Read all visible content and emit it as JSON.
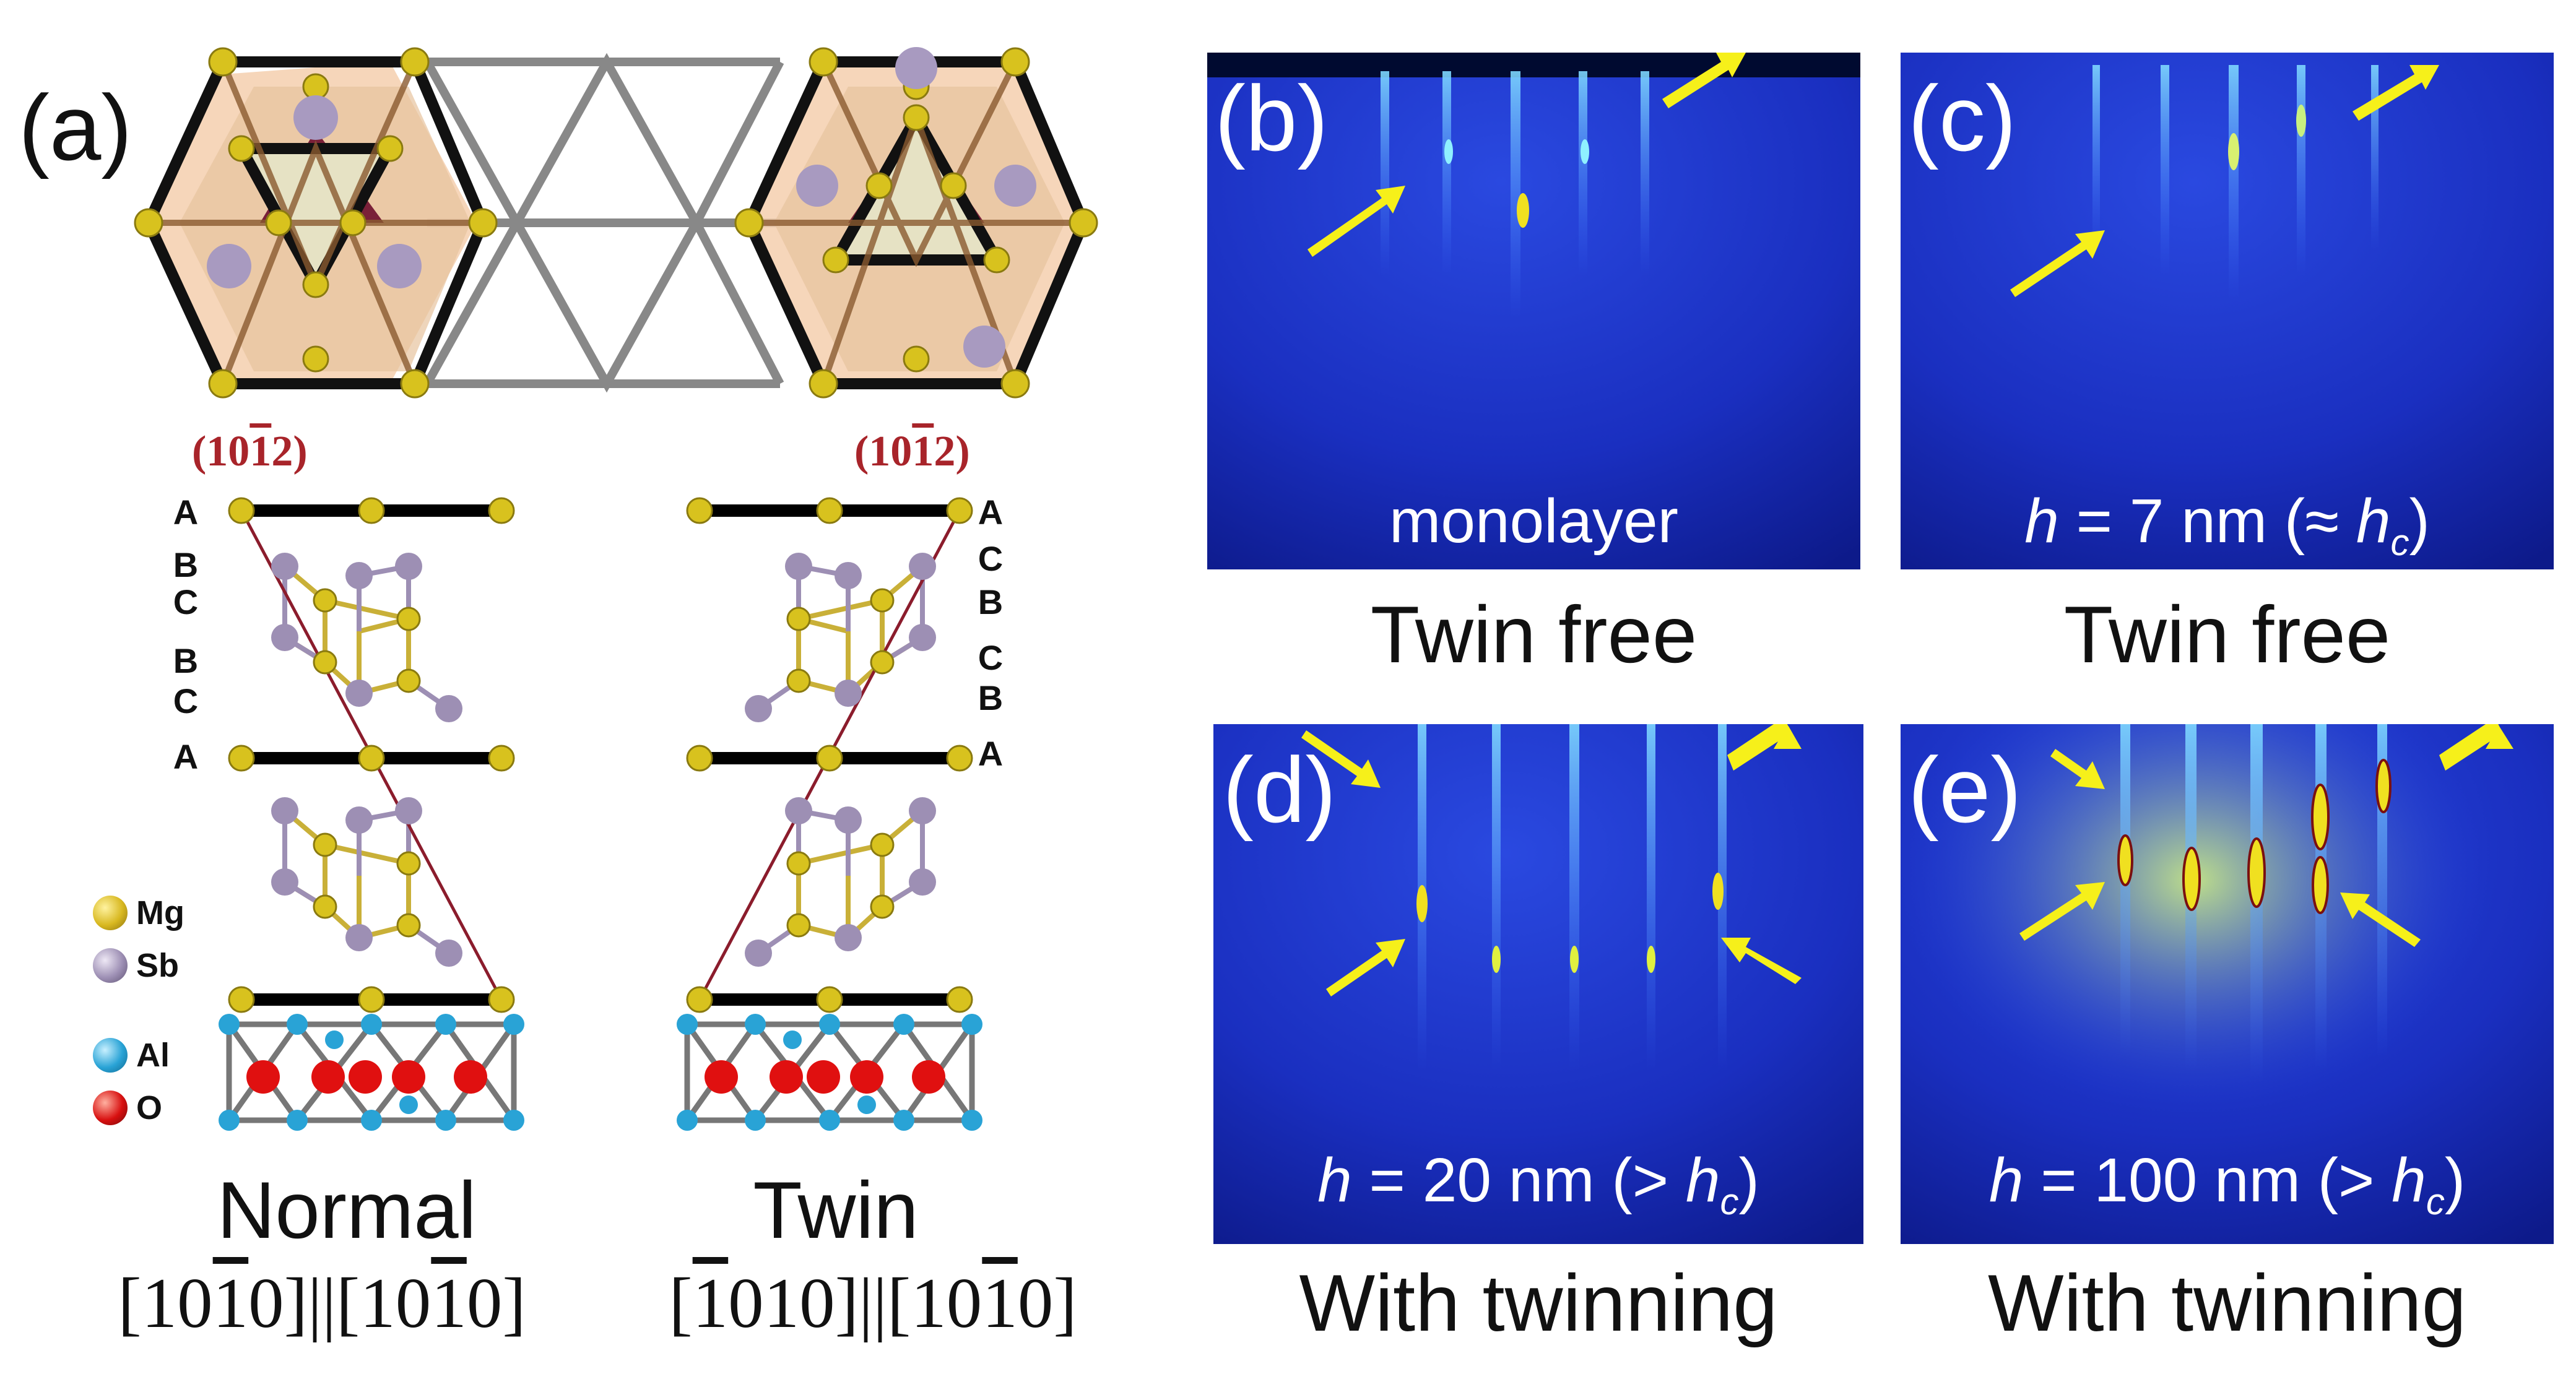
{
  "panel_a": {
    "label": "(a)",
    "normal": {
      "plane_label": [
        "(10",
        "1",
        "2)"
      ],
      "stacking": [
        "A",
        "B",
        "C",
        "B",
        "C",
        "A"
      ],
      "caption": "Normal",
      "direction": [
        "[10",
        "1",
        "0]||[10",
        "1",
        "0]"
      ]
    },
    "twin": {
      "plane_label": [
        "(10",
        "1",
        "2)"
      ],
      "stacking": [
        "A",
        "C",
        "B",
        "C",
        "B",
        "A"
      ],
      "caption": "Twin",
      "direction": [
        "[",
        "1",
        "010]||[10",
        "1",
        "0]"
      ]
    },
    "legend": [
      {
        "label": "Mg",
        "color": "#d8b820"
      },
      {
        "label": "Sb",
        "color": "#9d8fb4"
      },
      {
        "label": "Al",
        "color": "#29a3d6"
      },
      {
        "label": "O",
        "color": "#d81010"
      }
    ]
  },
  "panels": [
    {
      "label": "(b)",
      "text": "monolayer",
      "caption": "Twin free"
    },
    {
      "label": "(c)",
      "text_prefix": "h",
      "text_mid": " = 7 nm (≈ ",
      "text_sub_base": "h",
      "text_sub": "c",
      "text_suffix": ")",
      "caption": "Twin free"
    },
    {
      "label": "(d)",
      "text_prefix": "h",
      "text_mid": " = 20 nm (> ",
      "text_sub_base": "h",
      "text_sub": "c",
      "text_suffix": ")",
      "caption": "With twinning"
    },
    {
      "label": "(e)",
      "text_prefix": "h",
      "text_mid": " = 100 nm (> ",
      "text_sub_base": "h",
      "text_sub": "c",
      "text_suffix": ")",
      "caption": "With twinning"
    }
  ],
  "colors": {
    "arrow": "#f6f01a",
    "rheed_bg": "#1226b8",
    "plane": "#a8242a"
  }
}
